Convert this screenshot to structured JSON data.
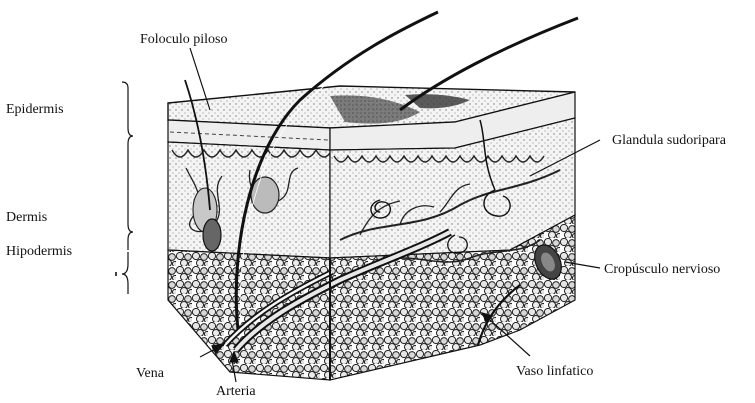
{
  "labels": {
    "epidermis": "Epidermis",
    "dermis": "Dermis",
    "hipodermis": "Hipodermis",
    "foloculo_piloso": "Foloculo piloso",
    "glandula_sudoripara": "Glandula sudoripara",
    "cropusculo_nervioso": "Cropúsculo nervioso",
    "vena": "Vena",
    "arteria": "Arteria",
    "vaso_linfatico": "Vaso linfatico"
  },
  "colors": {
    "ink": "#111111",
    "paper": "#ffffff",
    "shade": "#cfcfcf",
    "dark": "#3a3a3a"
  }
}
